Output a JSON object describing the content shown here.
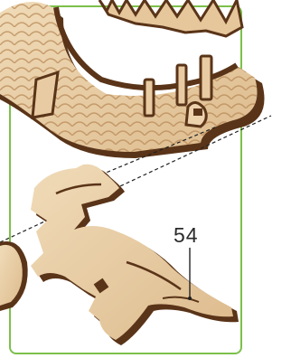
{
  "instruction_step": {
    "part_number": "54",
    "accent_color": "#7cc04b",
    "wood_face_color": "#e9cfa8",
    "wood_edge_color": "#5a3418",
    "icons": [
      "assembled-head-part",
      "tongue-part",
      "dashed-assembly-guide",
      "leader-line",
      "small-side-part"
    ]
  }
}
